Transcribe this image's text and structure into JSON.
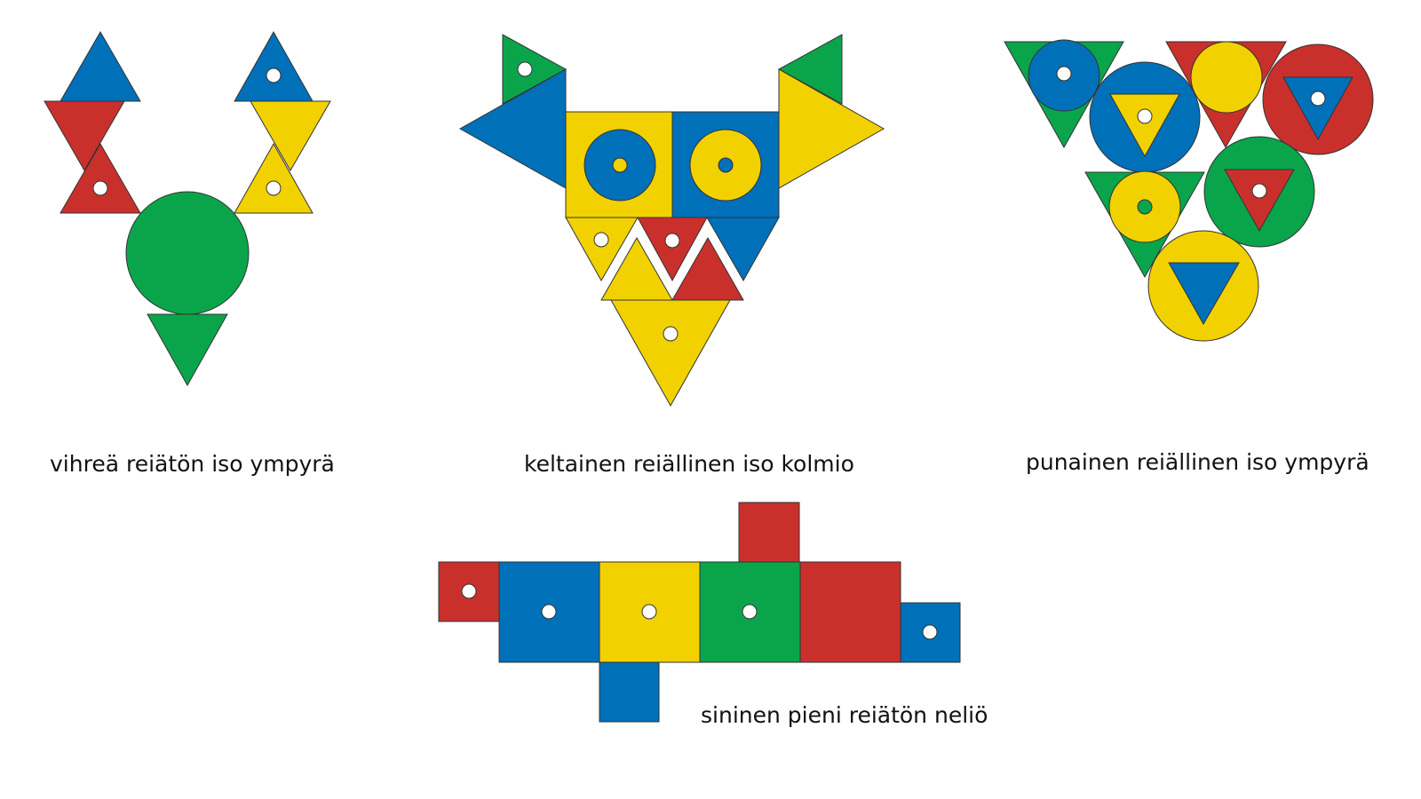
{
  "colors": {
    "red": "#c9302c",
    "blue": "#0070b8",
    "yellow": "#f2d100",
    "green": "#0aa54b",
    "hole": "#ffffff",
    "stroke": "#333333"
  },
  "captions": {
    "figure_1": "vihreä reiätön iso ympyrä",
    "figure_2": "keltainen reiällinen iso kolmio",
    "figure_3": "punainen reiällinen iso ympyrä",
    "figure_4": "sininen pieni reiätön neliö"
  },
  "shapes": {
    "figure_1": [
      "blue triangle",
      "blue triangle with hole",
      "red triangle",
      "yellow triangle",
      "red triangle with hole",
      "yellow triangle with hole",
      "green circle",
      "green triangle"
    ],
    "figure_2": [
      "green triangle with hole",
      "green triangle",
      "blue triangle",
      "yellow triangle",
      "yellow square",
      "blue square",
      "blue circle with hole",
      "yellow circle with hole",
      "yellow triangle with hole",
      "red triangle with hole",
      "blue triangle",
      "yellow triangle",
      "red triangle",
      "yellow triangle with hole"
    ],
    "figure_3": [
      "green triangle",
      "blue circle with hole",
      "red triangle",
      "yellow circle",
      "red circle",
      "blue triangle with hole",
      "blue circle",
      "yellow triangle with hole",
      "green circle",
      "red triangle with hole",
      "green triangle",
      "yellow circle with hole",
      "yellow circle",
      "blue triangle"
    ],
    "figure_4": [
      "red square with hole",
      "blue square with hole",
      "yellow square with hole",
      "green square with hole",
      "red square",
      "red square",
      "blue square with hole",
      "blue square"
    ]
  }
}
